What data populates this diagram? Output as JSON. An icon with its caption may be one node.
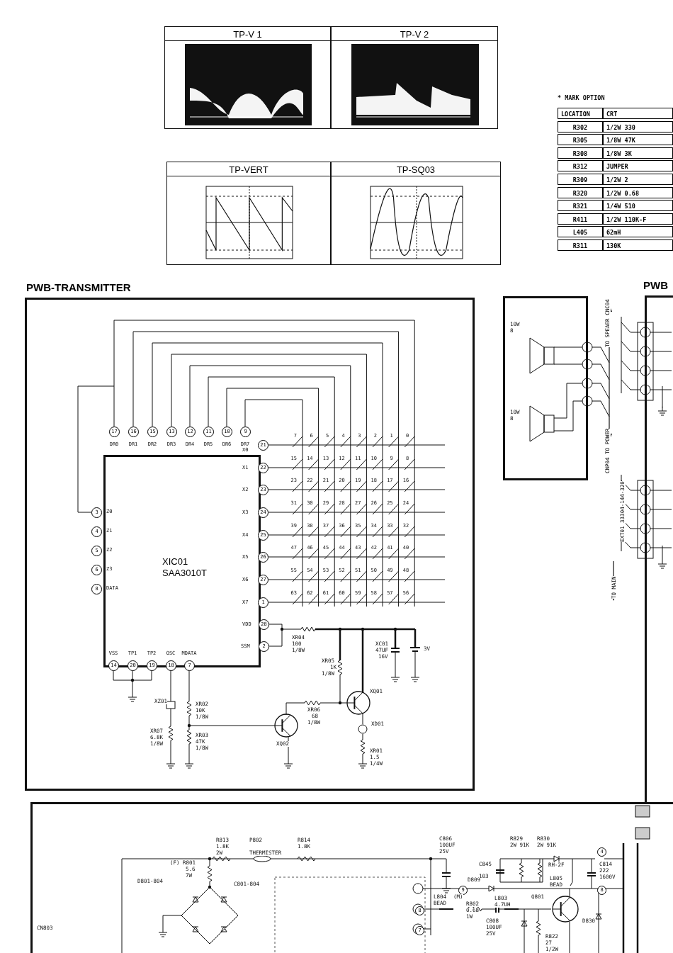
{
  "diagram": {
    "nodes": [
      {
        "text": [
          "TP-V 1"
        ]
      },
      {
        "text": [
          "TP-V 2"
        ]
      },
      {
        "text": [
          "TP-VERT"
        ]
      },
      {
        "text": [
          "TP-SQ03"
        ]
      },
      {
        "text": [
          "PWB-TRANSMITTER"
        ]
      },
      {
        "text": [
          "XIC01 SAA3010T"
        ],
        "in": 4
      },
      {
        "text": [],
        "shape": "box"
      },
      {
        "text": [
          "PWB"
        ]
      },
      {
        "text": [],
        "shape": "box"
      }
    ],
    "labels": [
      "* MARK OPTION",
      "LOCATION",
      "CRT",
      "R302",
      "1/2W 330",
      "R305",
      "1/8W 47K",
      "R308",
      "1/8W 3K",
      "R312",
      "JUMPER",
      "R309",
      "1/2W 2",
      "R320",
      "1/2W 0.68",
      "R321",
      "1/4W 510",
      "R411",
      "1/2W 110K-F",
      "L405",
      "62mH",
      "R311",
      "130K",
      "17",
      "16",
      "15",
      "13",
      "12",
      "11",
      "10",
      "9",
      "DR0",
      "DR1",
      "DR2",
      "DR3",
      "DR4",
      "DR5",
      "DR6",
      "DR7",
      "3",
      "4",
      "5",
      "6",
      "8",
      "Z0",
      "Z1",
      "Z2",
      "Z3",
      "DATA",
      "X0",
      "X1",
      "X2",
      "X3",
      "X4",
      "X5",
      "X6",
      "X7",
      "21",
      "22",
      "23",
      "24",
      "25",
      "26",
      "27",
      "1",
      "VDD",
      "SSM",
      "28",
      "2",
      "VSS",
      "TP1",
      "TP2",
      "OSC",
      "MDATA",
      "14",
      "20",
      "19",
      "18",
      "7",
      "7",
      "6",
      "5",
      "4",
      "3",
      "2",
      "1",
      "0",
      "15",
      "14",
      "13",
      "12",
      "11",
      "10",
      "9",
      "8",
      "23",
      "22",
      "21",
      "20",
      "19",
      "18",
      "17",
      "16",
      "31",
      "30",
      "29",
      "28",
      "27",
      "26",
      "25",
      "24",
      "39",
      "38",
      "37",
      "36",
      "35",
      "34",
      "33",
      "32",
      "47",
      "46",
      "45",
      "44",
      "43",
      "42",
      "41",
      "40",
      "55",
      "54",
      "53",
      "52",
      "51",
      "50",
      "49",
      "48",
      "63",
      "62",
      "61",
      "60",
      "59",
      "58",
      "57",
      "56",
      "XR04",
      "100",
      "1/8W",
      "XR05",
      "1K",
      "1/8W",
      "XC01",
      "47UF",
      "16V",
      "3V",
      "XQ01",
      "XZ01",
      "XR02",
      "10K",
      "1/8W",
      "XR06",
      "68",
      "1/8W",
      "XD01",
      "XR07",
      "6.8K",
      "1/8W",
      "XR03",
      "47K",
      "1/8W",
      "XQ02",
      "XR01",
      "1.5",
      "1/4W",
      "10W",
      "8",
      "TO SPEAER CNC04",
      "10W",
      "8",
      "EXT01 33304-144-320",
      "CNP04 TO POWER",
      "TO MAIN",
      "R813",
      "1.8K",
      "2W",
      "P802",
      "THERMISTER",
      "R814",
      "1.8K",
      "C806",
      "100UF",
      "25V",
      "R829",
      "2W 91K",
      "R830",
      "2W 91K",
      "(F)",
      "R801",
      "5.6",
      "7W",
      "C845",
      "103",
      "RH-2F",
      "C814",
      "222",
      "1600V",
      "D801-804",
      "C801-804",
      "D809",
      "L805",
      "BEAD",
      "9",
      "4",
      "L804",
      "BEAD",
      "(M)",
      "R802",
      "0.68",
      "1W",
      "L803",
      "4.7UH",
      "Q801",
      "8",
      "8",
      "7",
      "C808",
      "100UF",
      "25V",
      "D830",
      "R822",
      "27",
      "1/2W",
      "CN803"
    ]
  }
}
